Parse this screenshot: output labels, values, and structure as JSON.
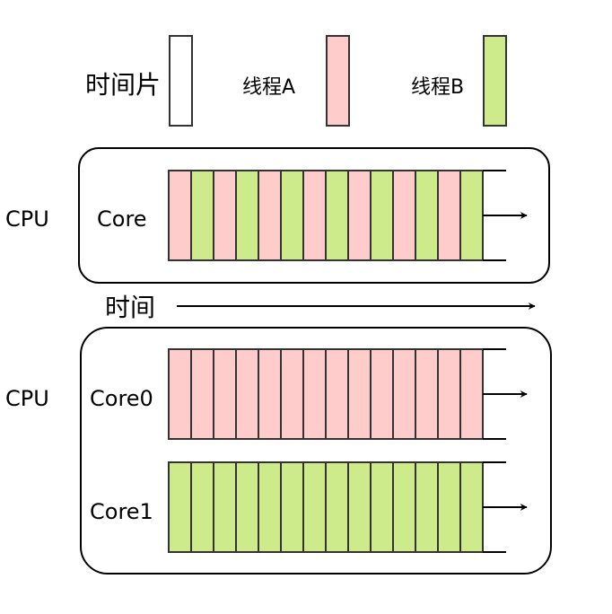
{
  "legend": {
    "time_slice_label": "时间片",
    "thread_a_label": "线程A",
    "thread_b_label": "线程B"
  },
  "colors": {
    "time_slice": "#ffffff",
    "thread_a": "#ffcccc",
    "thread_b": "#cdeb8b",
    "stroke": "#333333"
  },
  "single_core_cpu": {
    "cpu_label": "CPU",
    "core_label": "Core",
    "slots": [
      "A",
      "B",
      "A",
      "B",
      "A",
      "B",
      "A",
      "B",
      "A",
      "B",
      "A",
      "B",
      "A",
      "B"
    ]
  },
  "time_axis": {
    "label": "时间"
  },
  "dual_core_cpu": {
    "cpu_label": "CPU",
    "core0_label": "Core0",
    "core1_label": "Core1",
    "core0_slots": [
      "A",
      "A",
      "A",
      "A",
      "A",
      "A",
      "A",
      "A",
      "A",
      "A",
      "A",
      "A",
      "A",
      "A"
    ],
    "core1_slots": [
      "B",
      "B",
      "B",
      "B",
      "B",
      "B",
      "B",
      "B",
      "B",
      "B",
      "B",
      "B",
      "B",
      "B"
    ]
  }
}
